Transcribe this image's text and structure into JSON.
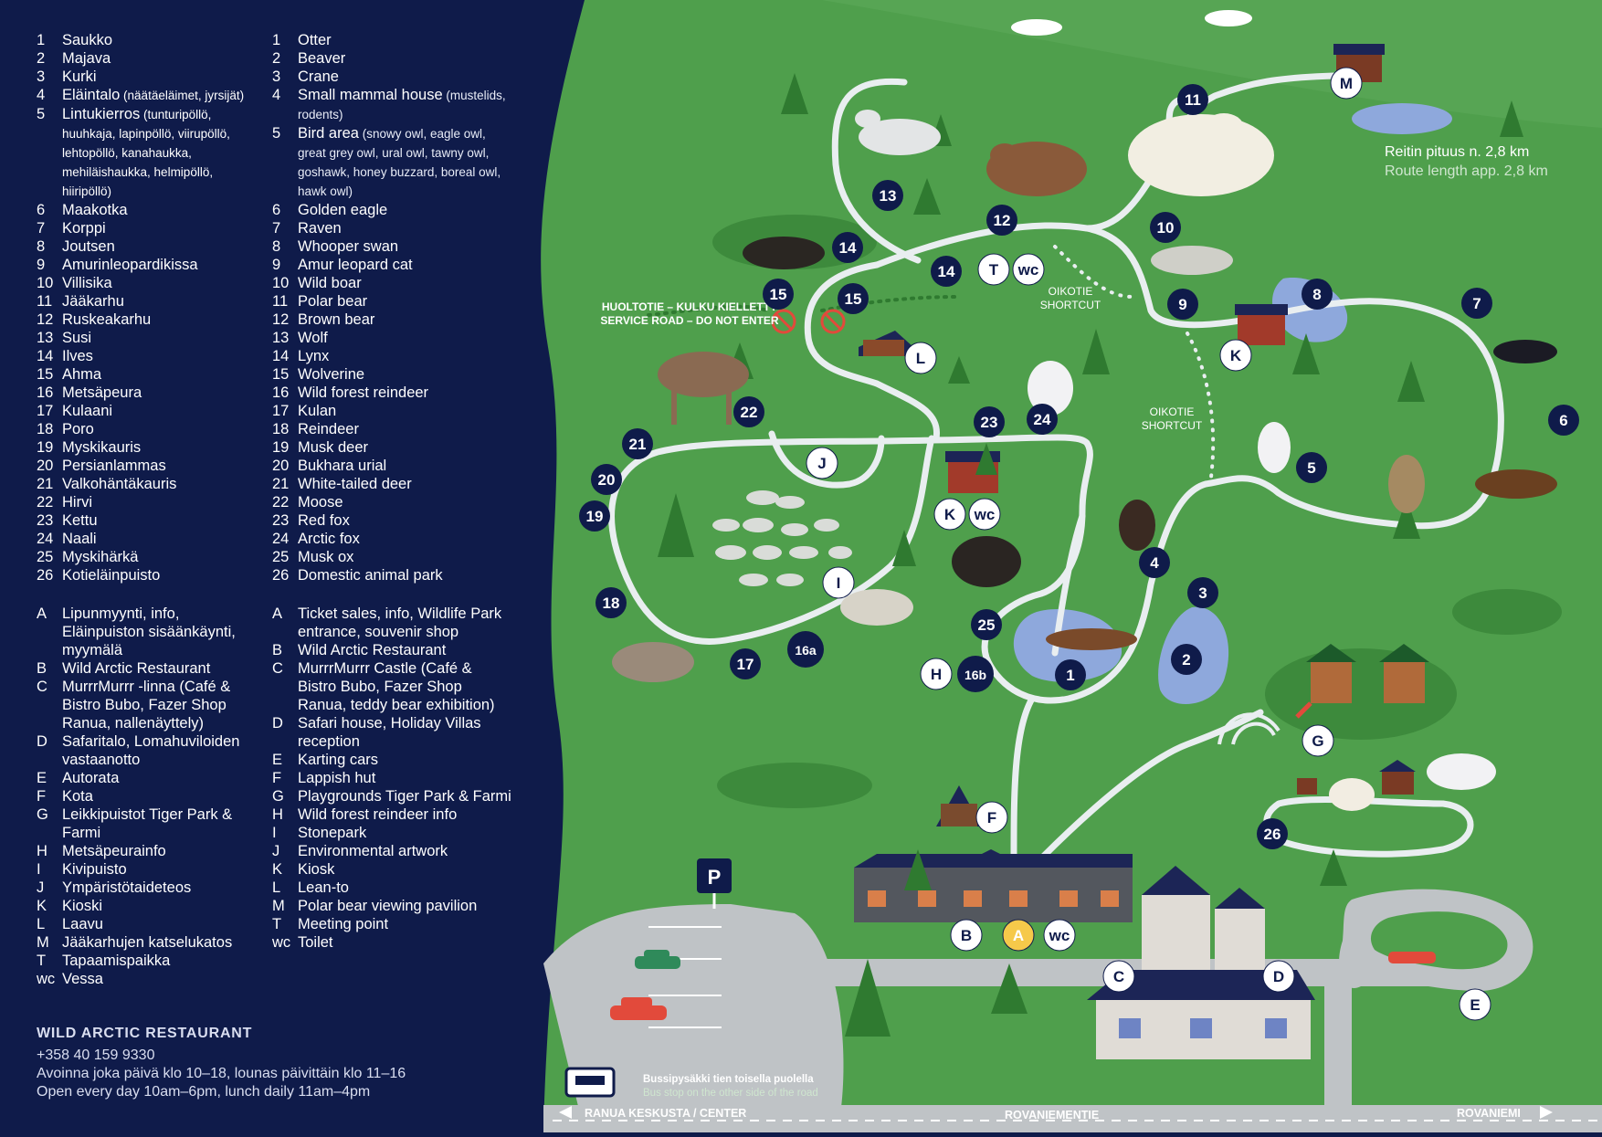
{
  "legend_fi": [
    {
      "key": "1",
      "label": "Saukko"
    },
    {
      "key": "2",
      "label": "Majava"
    },
    {
      "key": "3",
      "label": "Kurki"
    },
    {
      "key": "4",
      "label": "Eläintalo",
      "detail": "(näätäeläimet, jyrsijät)"
    },
    {
      "key": "5",
      "label": "Lintukierros",
      "detail": "(tunturipöllö, huuhkaja, lapinpöllö, viirupöllö, lehtopöllö, kanahaukka, mehiläishaukka, helmipöllö, hiiripöllö)"
    },
    {
      "key": "6",
      "label": "Maakotka"
    },
    {
      "key": "7",
      "label": "Korppi"
    },
    {
      "key": "8",
      "label": "Joutsen"
    },
    {
      "key": "9",
      "label": "Amurinleopardikissa"
    },
    {
      "key": "10",
      "label": "Villisika"
    },
    {
      "key": "11",
      "label": "Jääkarhu"
    },
    {
      "key": "12",
      "label": "Ruskeakarhu"
    },
    {
      "key": "13",
      "label": "Susi"
    },
    {
      "key": "14",
      "label": "Ilves"
    },
    {
      "key": "15",
      "label": "Ahma"
    },
    {
      "key": "16",
      "label": "Metsäpeura"
    },
    {
      "key": "17",
      "label": "Kulaani"
    },
    {
      "key": "18",
      "label": "Poro"
    },
    {
      "key": "19",
      "label": "Myskikauris"
    },
    {
      "key": "20",
      "label": "Persianlammas"
    },
    {
      "key": "21",
      "label": "Valkohäntäkauris"
    },
    {
      "key": "22",
      "label": "Hirvi"
    },
    {
      "key": "23",
      "label": "Kettu"
    },
    {
      "key": "24",
      "label": "Naali"
    },
    {
      "key": "25",
      "label": "Myskihärkä"
    },
    {
      "key": "26",
      "label": "Kotieläinpuisto"
    }
  ],
  "legend_en": [
    {
      "key": "1",
      "label": "Otter"
    },
    {
      "key": "2",
      "label": "Beaver"
    },
    {
      "key": "3",
      "label": "Crane"
    },
    {
      "key": "4",
      "label": "Small mammal house",
      "detail": "(mustelids, rodents)"
    },
    {
      "key": "5",
      "label": "Bird area",
      "detail": "(snowy owl, eagle owl, great grey owl, ural owl, tawny owl, goshawk, honey buzzard, boreal owl, hawk owl)"
    },
    {
      "key": "6",
      "label": "Golden eagle"
    },
    {
      "key": "7",
      "label": "Raven"
    },
    {
      "key": "8",
      "label": "Whooper swan"
    },
    {
      "key": "9",
      "label": "Amur leopard cat"
    },
    {
      "key": "10",
      "label": "Wild boar"
    },
    {
      "key": "11",
      "label": "Polar bear"
    },
    {
      "key": "12",
      "label": "Brown bear"
    },
    {
      "key": "13",
      "label": "Wolf"
    },
    {
      "key": "14",
      "label": "Lynx"
    },
    {
      "key": "15",
      "label": "Wolverine"
    },
    {
      "key": "16",
      "label": "Wild forest reindeer"
    },
    {
      "key": "17",
      "label": "Kulan"
    },
    {
      "key": "18",
      "label": "Reindeer"
    },
    {
      "key": "19",
      "label": "Musk  deer"
    },
    {
      "key": "20",
      "label": "Bukhara urial"
    },
    {
      "key": "21",
      "label": "White-tailed deer"
    },
    {
      "key": "22",
      "label": "Moose"
    },
    {
      "key": "23",
      "label": "Red fox"
    },
    {
      "key": "24",
      "label": "Arctic fox"
    },
    {
      "key": "25",
      "label": "Musk ox"
    },
    {
      "key": "26",
      "label": "Domestic animal park"
    }
  ],
  "services_fi": [
    {
      "key": "A",
      "label": "Lipunmyynti, info, Eläinpuiston sisäänkäynti, myymälä"
    },
    {
      "key": "B",
      "label": "Wild Arctic Restaurant"
    },
    {
      "key": "C",
      "label": " MurrrMurrr -linna (Café & Bistro Bubo, Fazer Shop Ranua, nallenäyttely)"
    },
    {
      "key": "D",
      "label": "Safaritalo, Lomahuviloiden vastaanotto"
    },
    {
      "key": "E",
      "label": "Autorata"
    },
    {
      "key": "F",
      "label": "Kota"
    },
    {
      "key": "G",
      "label": "Leikkipuistot Tiger Park & Farmi"
    },
    {
      "key": "H",
      "label": "Metsäpeurainfo"
    },
    {
      "key": "I",
      "label": "Kivipuisto"
    },
    {
      "key": "J",
      "label": "Ympäristötaideteos"
    },
    {
      "key": "K",
      "label": "Kioski"
    },
    {
      "key": "L",
      "label": "Laavu"
    },
    {
      "key": "M",
      "label": "Jääkarhujen katselukatos"
    },
    {
      "key": "T",
      "label": "Tapaamispaikka"
    },
    {
      "key": "wc",
      "label": "Vessa"
    }
  ],
  "services_en": [
    {
      "key": "A",
      "label": "Ticket sales, info, Wildlife Park entrance, souvenir shop"
    },
    {
      "key": "B",
      "label": "Wild Arctic Restaurant"
    },
    {
      "key": "C",
      "label": " MurrrMurrr Castle (Café & Bistro Bubo, Fazer Shop Ranua, teddy bear exhibition)"
    },
    {
      "key": "D",
      "label": "Safari house, Holiday Villas reception"
    },
    {
      "key": "E",
      "label": "Karting cars"
    },
    {
      "key": "F",
      "label": "Lappish hut"
    },
    {
      "key": "G",
      "label": "Playgrounds Tiger Park & Farmi"
    },
    {
      "key": "H",
      "label": "Wild forest reindeer info"
    },
    {
      "key": "I",
      "label": "Stonepark"
    },
    {
      "key": "J",
      "label": "Environmental artwork"
    },
    {
      "key": "K",
      "label": "Kiosk"
    },
    {
      "key": "L",
      "label": "Lean-to"
    },
    {
      "key": "M",
      "label": "Polar bear viewing pavilion"
    },
    {
      "key": "T",
      "label": "Meeting point"
    },
    {
      "key": "wc",
      "label": "Toilet"
    }
  ],
  "restaurant": {
    "title": "WILD ARCTIC RESTAURANT",
    "phone": "+358 40 159 9330",
    "hours_fi": "Avoinna joka päivä klo 10–18, lounas päivittäin klo 11–16",
    "hours_en": "Open every day 10am–6pm, lunch daily 11am–4pm"
  },
  "map_labels": {
    "route_fi": "Reitin pituus n. 2,8 km",
    "route_en": "Route length app. 2,8 km",
    "service_road_fi": "HUOLTOTIE – KULKU KIELLETTY",
    "service_road_en": "SERVICE ROAD – DO NOT ENTER",
    "shortcut_1a": "OIKOTIE",
    "shortcut_1b": "SHORTCUT",
    "shortcut_2a": "OIKOTIE",
    "shortcut_2b": "SHORTCUT",
    "bus_fi": "Bussipysäkki tien toisella puolella",
    "bus_en": "Bus stop on the other side of the road",
    "road_left": "RANUA KESKUSTA / CENTER",
    "road_mid": "ROVANIEMENTIE",
    "road_right": "ROVANIEMI",
    "parking": "P"
  },
  "markers_numbered": [
    "11",
    "13",
    "12",
    "14",
    "14",
    "10",
    "9",
    "8",
    "7",
    "6",
    "15",
    "15",
    "22",
    "21",
    "20",
    "19",
    "23",
    "24",
    "18",
    "17",
    "16a",
    "16b",
    "25",
    "4",
    "3",
    "2",
    "1",
    "5",
    "26"
  ],
  "markers_service": [
    "M",
    "T",
    "wc",
    "K",
    "L",
    "J",
    "K",
    "wc",
    "I",
    "H",
    "F",
    "G",
    "B",
    "A",
    "wc",
    "C",
    "D",
    "E"
  ],
  "colors": {
    "navy": "#0f1b4a",
    "grass": "#4f9f4c",
    "path": "#e9eef0",
    "water": "#8ea8dc",
    "marker_gold": "#f6c94a"
  }
}
